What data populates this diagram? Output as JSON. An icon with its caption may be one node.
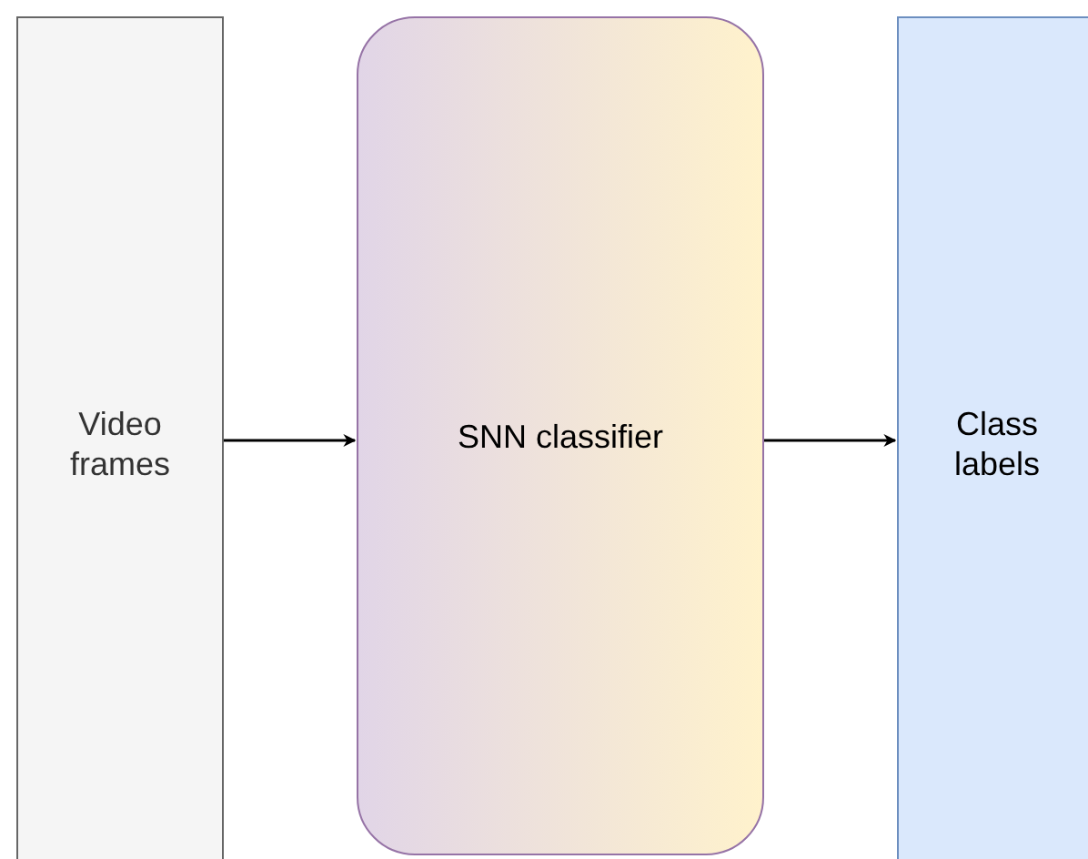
{
  "diagram": {
    "nodes": [
      {
        "text": [
          "Video frames"
        ]
      },
      {
        "text": [
          "SNN classifier"
        ]
      },
      {
        "text": [
          "Class labels"
        ]
      }
    ],
    "edges": [
      {
        "from": 0,
        "to": 1,
        "arrow": "to"
      },
      {
        "from": 1,
        "to": 2,
        "arrow": "to"
      }
    ]
  }
}
